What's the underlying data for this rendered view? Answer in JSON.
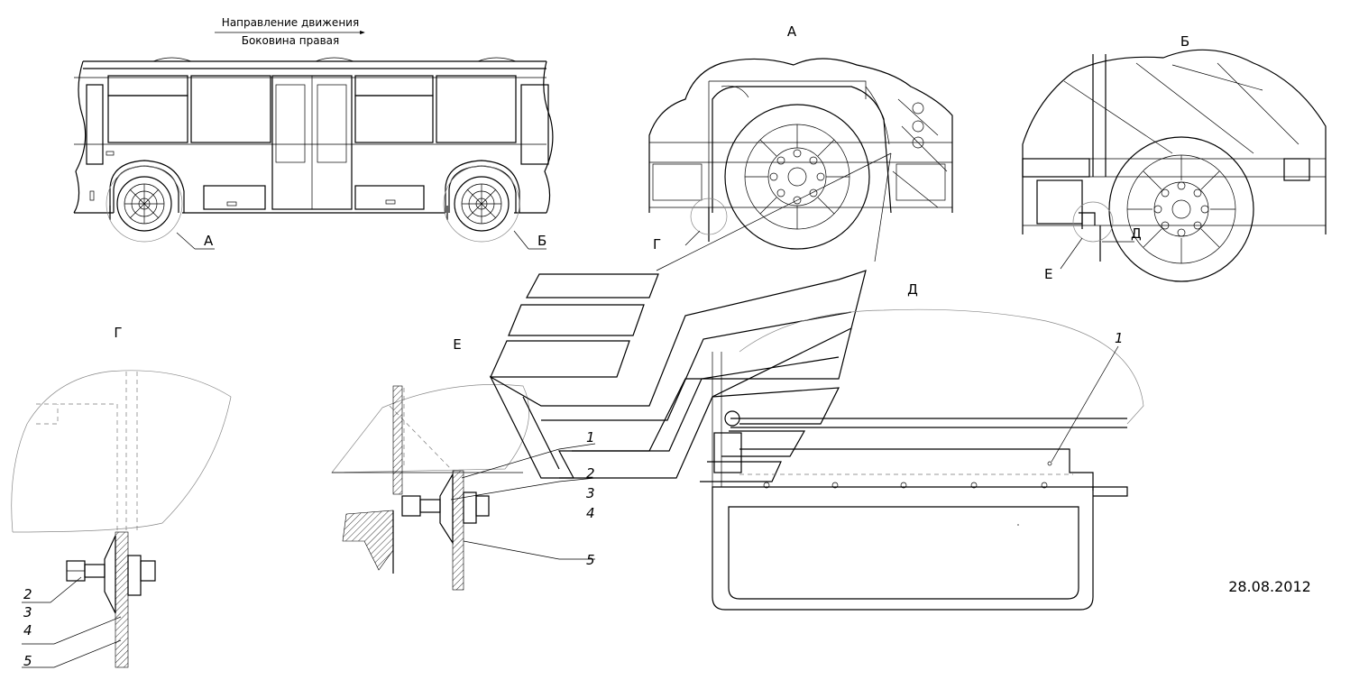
{
  "header": {
    "direction_label": "Направление движения",
    "side_label": "Боковина правая"
  },
  "views": {
    "a": "А",
    "b": "Б",
    "g": "Г",
    "e": "Е",
    "d": "Д"
  },
  "callouts": {
    "bus_a": "А",
    "bus_b": "Б",
    "a_g": "Г",
    "b_e": "Е",
    "b_d": "Д"
  },
  "parts": {
    "g_2": "2",
    "g_3": "3",
    "g_4": "4",
    "g_5": "5",
    "e_1": "1",
    "e_2": "2",
    "e_3": "3",
    "e_4": "4",
    "e_5": "5",
    "d_1": "1"
  },
  "date": "28.08.2012"
}
